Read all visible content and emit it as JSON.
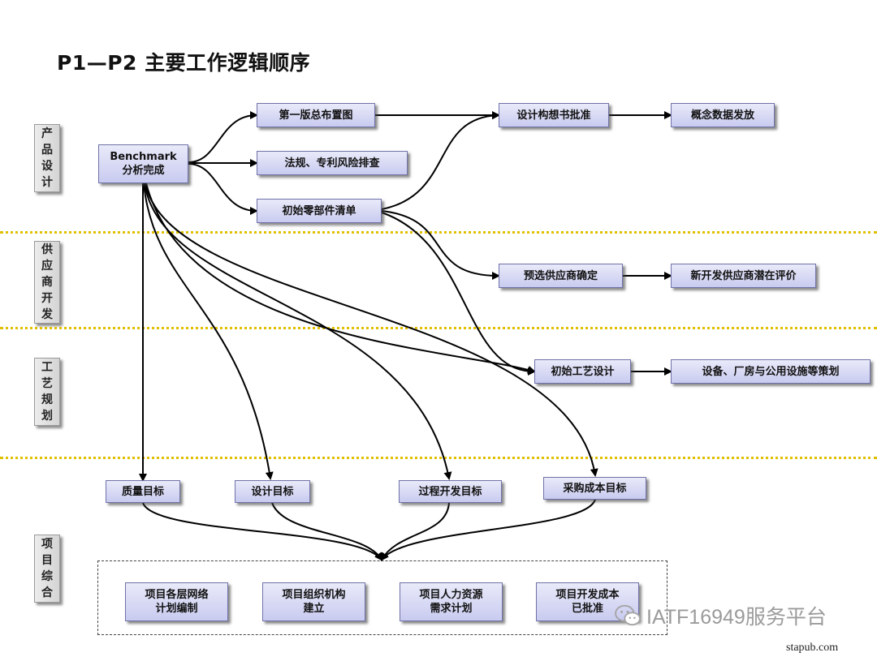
{
  "title": "P1—P2 主要工作逻辑顺序",
  "lanes": [
    "产品设计",
    "供应商开发",
    "工艺规划",
    "项目综合"
  ],
  "nodes": {
    "benchmark": {
      "line1": "Benchmark",
      "line2": "分析完成"
    },
    "layout": "第一版总布置图",
    "regulation": "法规、专利风险排查",
    "parts_list": "初始零部件清单",
    "concept_approval": "设计构想书批准",
    "concept_data": "概念数据发放",
    "supplier_select": "预选供应商确定",
    "new_supplier_eval": "新开发供应商潜在评价",
    "process_design": "初始工艺设计",
    "facility_plan": "设备、厂房与公用设施等策划",
    "quality_target": "质量目标",
    "design_target": "设计目标",
    "process_target": "过程开发目标",
    "purchase_target": "采购成本目标",
    "network_plan": {
      "line1": "项目各层网络",
      "line2": "计划编制"
    },
    "org_setup": {
      "line1": "项目组织机构",
      "line2": "建立"
    },
    "hr_plan": {
      "line1": "项目人力资源",
      "line2": "需求计划"
    },
    "cost_approval": {
      "line1": "项目开发成本",
      "line2": "已批准"
    }
  },
  "watermark": "IATF16949服务平台",
  "site": "stapub.com",
  "colors": {
    "box_fill": "#c9cbf0",
    "box_border": "#6f72a8",
    "divider": "#e0c000"
  }
}
